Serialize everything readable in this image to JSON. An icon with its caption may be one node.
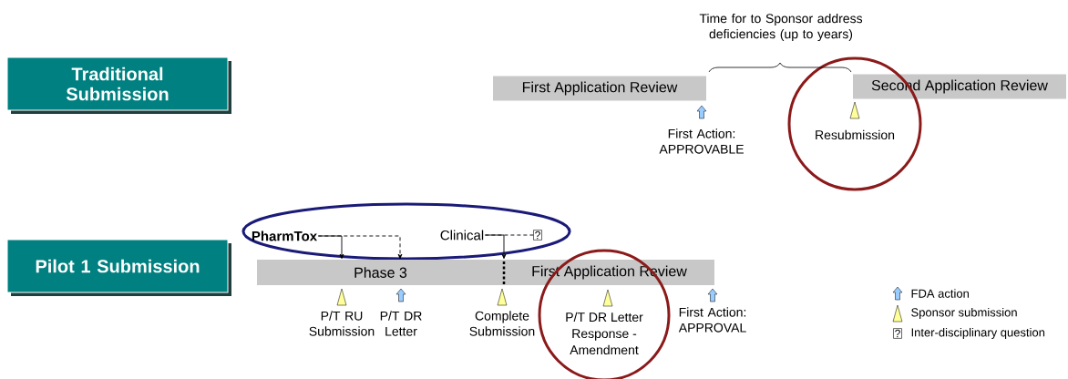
{
  "diagram": {
    "nodes": [
      {
        "text": [
          "Traditional Submission"
        ]
      },
      {
        "text": [
          "First Application Review"
        ]
      },
      {
        "text": [
          "Second Application Review"
        ]
      },
      {
        "text": [
          "Resubmission"
        ]
      },
      {
        "text": [
          "Pilot 1 Submission"
        ]
      },
      {
        "text": [],
        "shape": "ellipse"
      },
      {
        "text": [
          "PharmTox"
        ],
        "in": 5
      },
      {
        "text": [
          "Clinical"
        ],
        "in": 5
      },
      {
        "text": [
          "?"
        ],
        "in": 5
      },
      {
        "text": [
          "Phase 3"
        ]
      },
      {
        "text": [
          "First Application Review"
        ]
      },
      {
        "text": [
          "P/T DR Letter Response - Amendment"
        ]
      }
    ],
    "edges": [
      {
        "from": 6,
        "to": 9,
        "arrow": "to"
      },
      {
        "from": 6,
        "to": 9,
        "arrow": "to",
        "style": "dashed"
      },
      {
        "from": 7,
        "to": 10,
        "arrow": "to"
      },
      {
        "from": 7,
        "to": 8,
        "arrow": "none",
        "style": "dashed"
      }
    ],
    "labels": [
      "Time for to Sponsor address deficiencies (up to years)",
      "First Action: APPROVABLE",
      "P/T RU Submission",
      "P/T DR Letter",
      "Complete Submission",
      "First Action: APPROVAL",
      "?"
    ],
    "legend": [
      {
        "text": "FDA action"
      },
      {
        "text": "Sponsor submission"
      },
      {
        "text": "Inter-disciplinary question"
      }
    ]
  }
}
